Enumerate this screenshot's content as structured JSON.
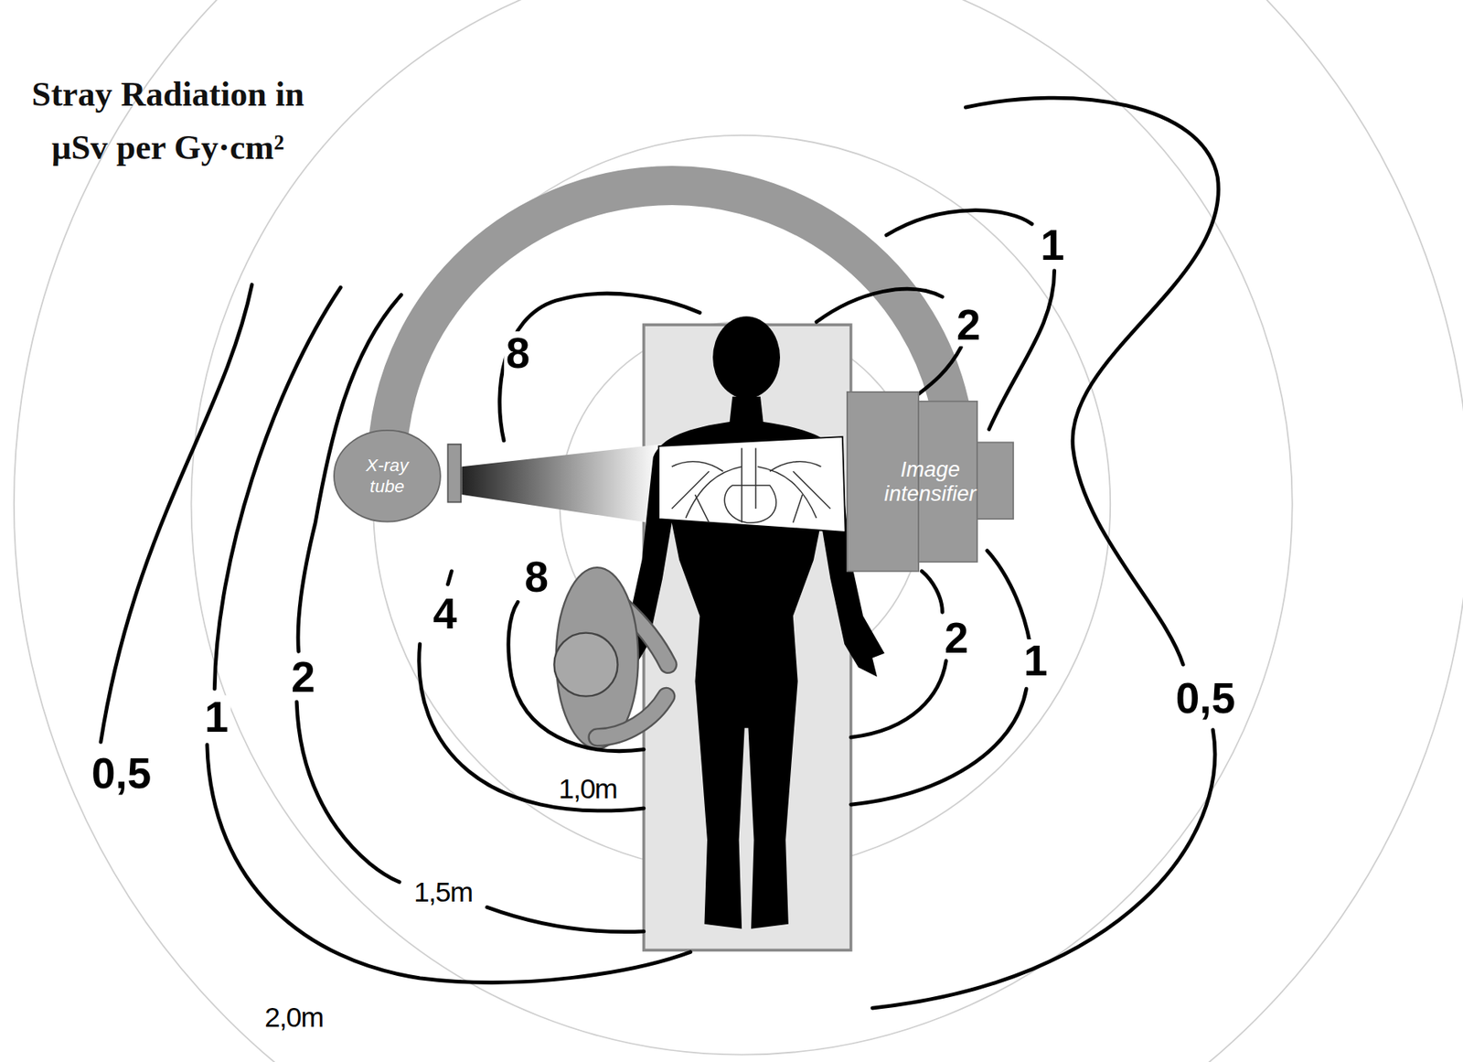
{
  "diagram": {
    "title": "Stray Radiation in μSv per Gy·cm²",
    "nodes": [
      {
        "text": [
          "X-ray tube"
        ]
      },
      {
        "text": [
          "Image intensifier"
        ]
      }
    ],
    "labels": [
      "1",
      "2",
      "8",
      "8",
      "4",
      "2",
      "1",
      "2",
      "0,5",
      "1",
      "0,5",
      "1,0m",
      "1,5m",
      "2,0m"
    ]
  }
}
